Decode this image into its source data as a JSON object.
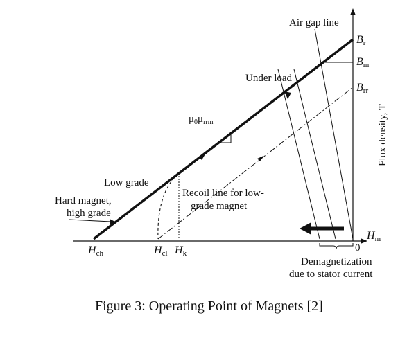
{
  "labels": {
    "air_gap_line": "Air gap line",
    "under_load": "Under load",
    "low_grade": "Low grade",
    "hard_magnet_1": "Hard magnet,",
    "hard_magnet_2": "high grade",
    "recoil_1": "Recoil line for low-",
    "recoil_2": "grade magnet",
    "mu_main": "μ",
    "mu_sub1": "0",
    "mu_mid": "μ",
    "mu_sub2": "rrm",
    "flux_density": "Flux density, T",
    "demag_1": "Demagnetization",
    "demag_2": "due to stator current",
    "origin": "0",
    "br_main": "B",
    "br_sub": "r",
    "bm_main": "B",
    "bm_sub": "m",
    "brr_main": "B",
    "brr_sub": "rr",
    "hm_main": "H",
    "hm_sub": "m",
    "hch_main": "H",
    "hch_sub": "ch",
    "hcl_main": "H",
    "hcl_sub": "cl",
    "hk_main": "H",
    "hk_sub": "k"
  },
  "caption": "Figure 3: Operating Point of Magnets [2]",
  "colors": {
    "ink": "#111111",
    "background": "#ffffff"
  }
}
